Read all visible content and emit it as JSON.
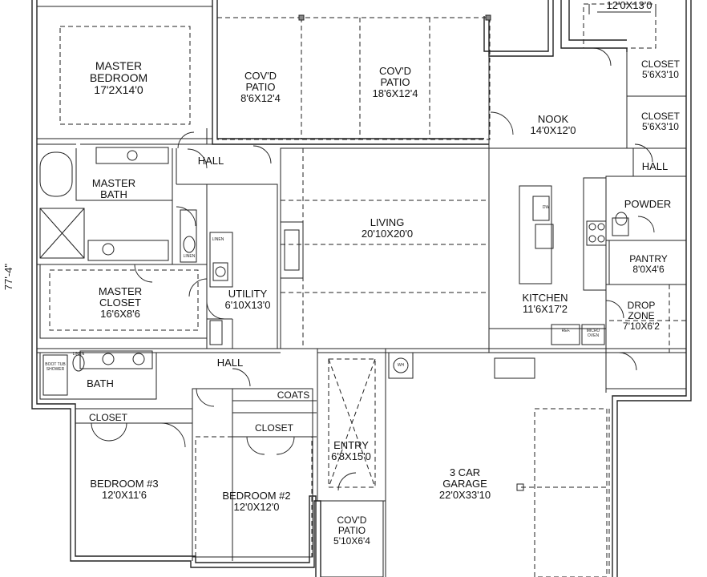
{
  "rooms": {
    "master_bedroom": {
      "name_1": "MASTER",
      "name_2": "BEDROOM",
      "dims": "17'2x14'0"
    },
    "covd_patio_1": {
      "name_1": "COV'D",
      "name_2": "PATIO",
      "dims": "8'6x12'4"
    },
    "covd_patio_2": {
      "name_1": "COV'D",
      "name_2": "PATIO",
      "dims": "18'6x12'4"
    },
    "top_room": {
      "dims": "12'0x13'0"
    },
    "closet_1": {
      "name": "CLOSET",
      "dims": "5'6x3'10"
    },
    "closet_2": {
      "name": "CLOSET",
      "dims": "5'6x3'10"
    },
    "nook": {
      "name": "NOOK",
      "dims": "14'0x12'0"
    },
    "hall_1": {
      "name": "HALL"
    },
    "hall_2": {
      "name": "HALL"
    },
    "hall_3": {
      "name": "HALL"
    },
    "master_bath": {
      "name_1": "MASTER",
      "name_2": "BATH"
    },
    "powder": {
      "name": "POWDER"
    },
    "living": {
      "name": "LIVING",
      "dims": "20'10x20'0"
    },
    "pantry": {
      "name": "PANTRY",
      "dims": "8'0x4'6"
    },
    "master_closet": {
      "name_1": "MASTER",
      "name_2": "CLOSET",
      "dims": "16'6x8'6"
    },
    "utility": {
      "name": "UTILITY",
      "dims": "6'10x13'0"
    },
    "kitchen": {
      "name": "KITCHEN",
      "dims": "11'6x17'2"
    },
    "drop_zone": {
      "name_1": "DROP",
      "name_2": "ZONE",
      "dims": "7'10x6'2"
    },
    "bath": {
      "name": "BATH"
    },
    "coats": {
      "name": "COATS"
    },
    "closet_3": {
      "name": "CLOSET"
    },
    "closet_4": {
      "name": "CLOSET"
    },
    "bedroom_3": {
      "name": "BEDROOM #3",
      "dims": "12'0x11'6"
    },
    "bedroom_2": {
      "name": "BEDROOM #2",
      "dims": "12'0x12'0"
    },
    "entry": {
      "name": "ENTRY",
      "dims": "6'8x15'0"
    },
    "garage": {
      "name_1": "3 CAR",
      "name_2": "GARAGE",
      "dims": "22'0x33'10"
    },
    "covd_patio_3": {
      "name_1": "COV'D",
      "name_2": "PATIO",
      "dims": "5'10x6'4"
    }
  },
  "fixtures": {
    "linen_1": "LINEN",
    "linen_2": "LINEN",
    "linen_3": "LINEN",
    "tub_label": "BOOT TUB SHOWER",
    "wh": "WH",
    "ref": "REF.",
    "micro": "MICRO OVEN",
    "dw": "DW"
  },
  "overall_dimension": "77'-4\""
}
